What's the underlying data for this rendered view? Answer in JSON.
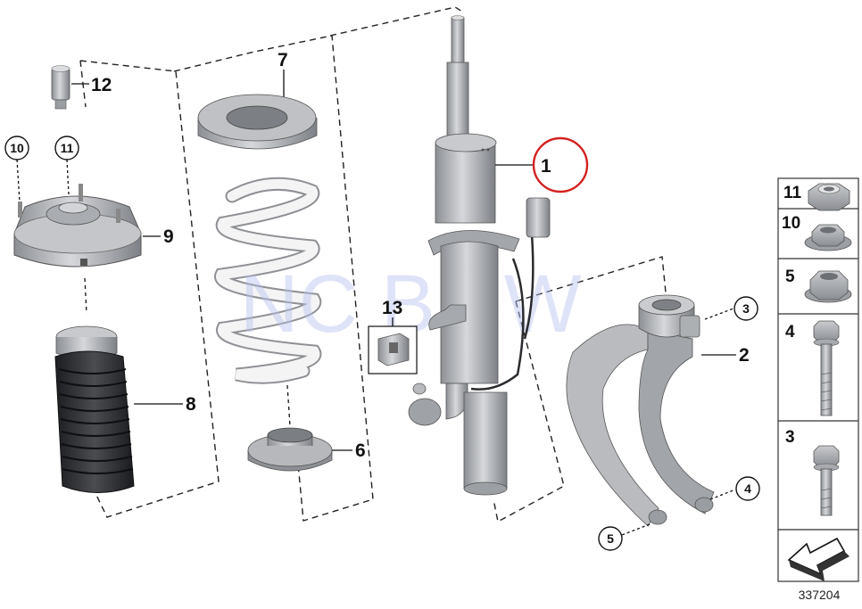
{
  "diagram": {
    "watermark": "NC BMW",
    "drawing_number": "337204",
    "callouts": {
      "strut": "1",
      "control_arm": "2",
      "arm_bolt_marker": "3",
      "arm_bolt_marker_lower": "4",
      "arm_nut_marker": "5",
      "lower_spring_pad": "6",
      "upper_spring_pad": "7",
      "dust_boot": "8",
      "strut_mount": "9",
      "mount_nut_marker": "10",
      "top_nut_marker": "11",
      "cap": "12",
      "clip": "13"
    },
    "hardware_table": [
      {
        "number": "11",
        "icon": "hex-nut-icon"
      },
      {
        "number": "10",
        "icon": "flange-nut-icon"
      },
      {
        "number": "5",
        "icon": "collar-nut-icon"
      },
      {
        "number": "4",
        "icon": "long-bolt-icon"
      },
      {
        "number": "3",
        "icon": "short-bolt-icon"
      }
    ],
    "highlight_color": "#d42020"
  }
}
